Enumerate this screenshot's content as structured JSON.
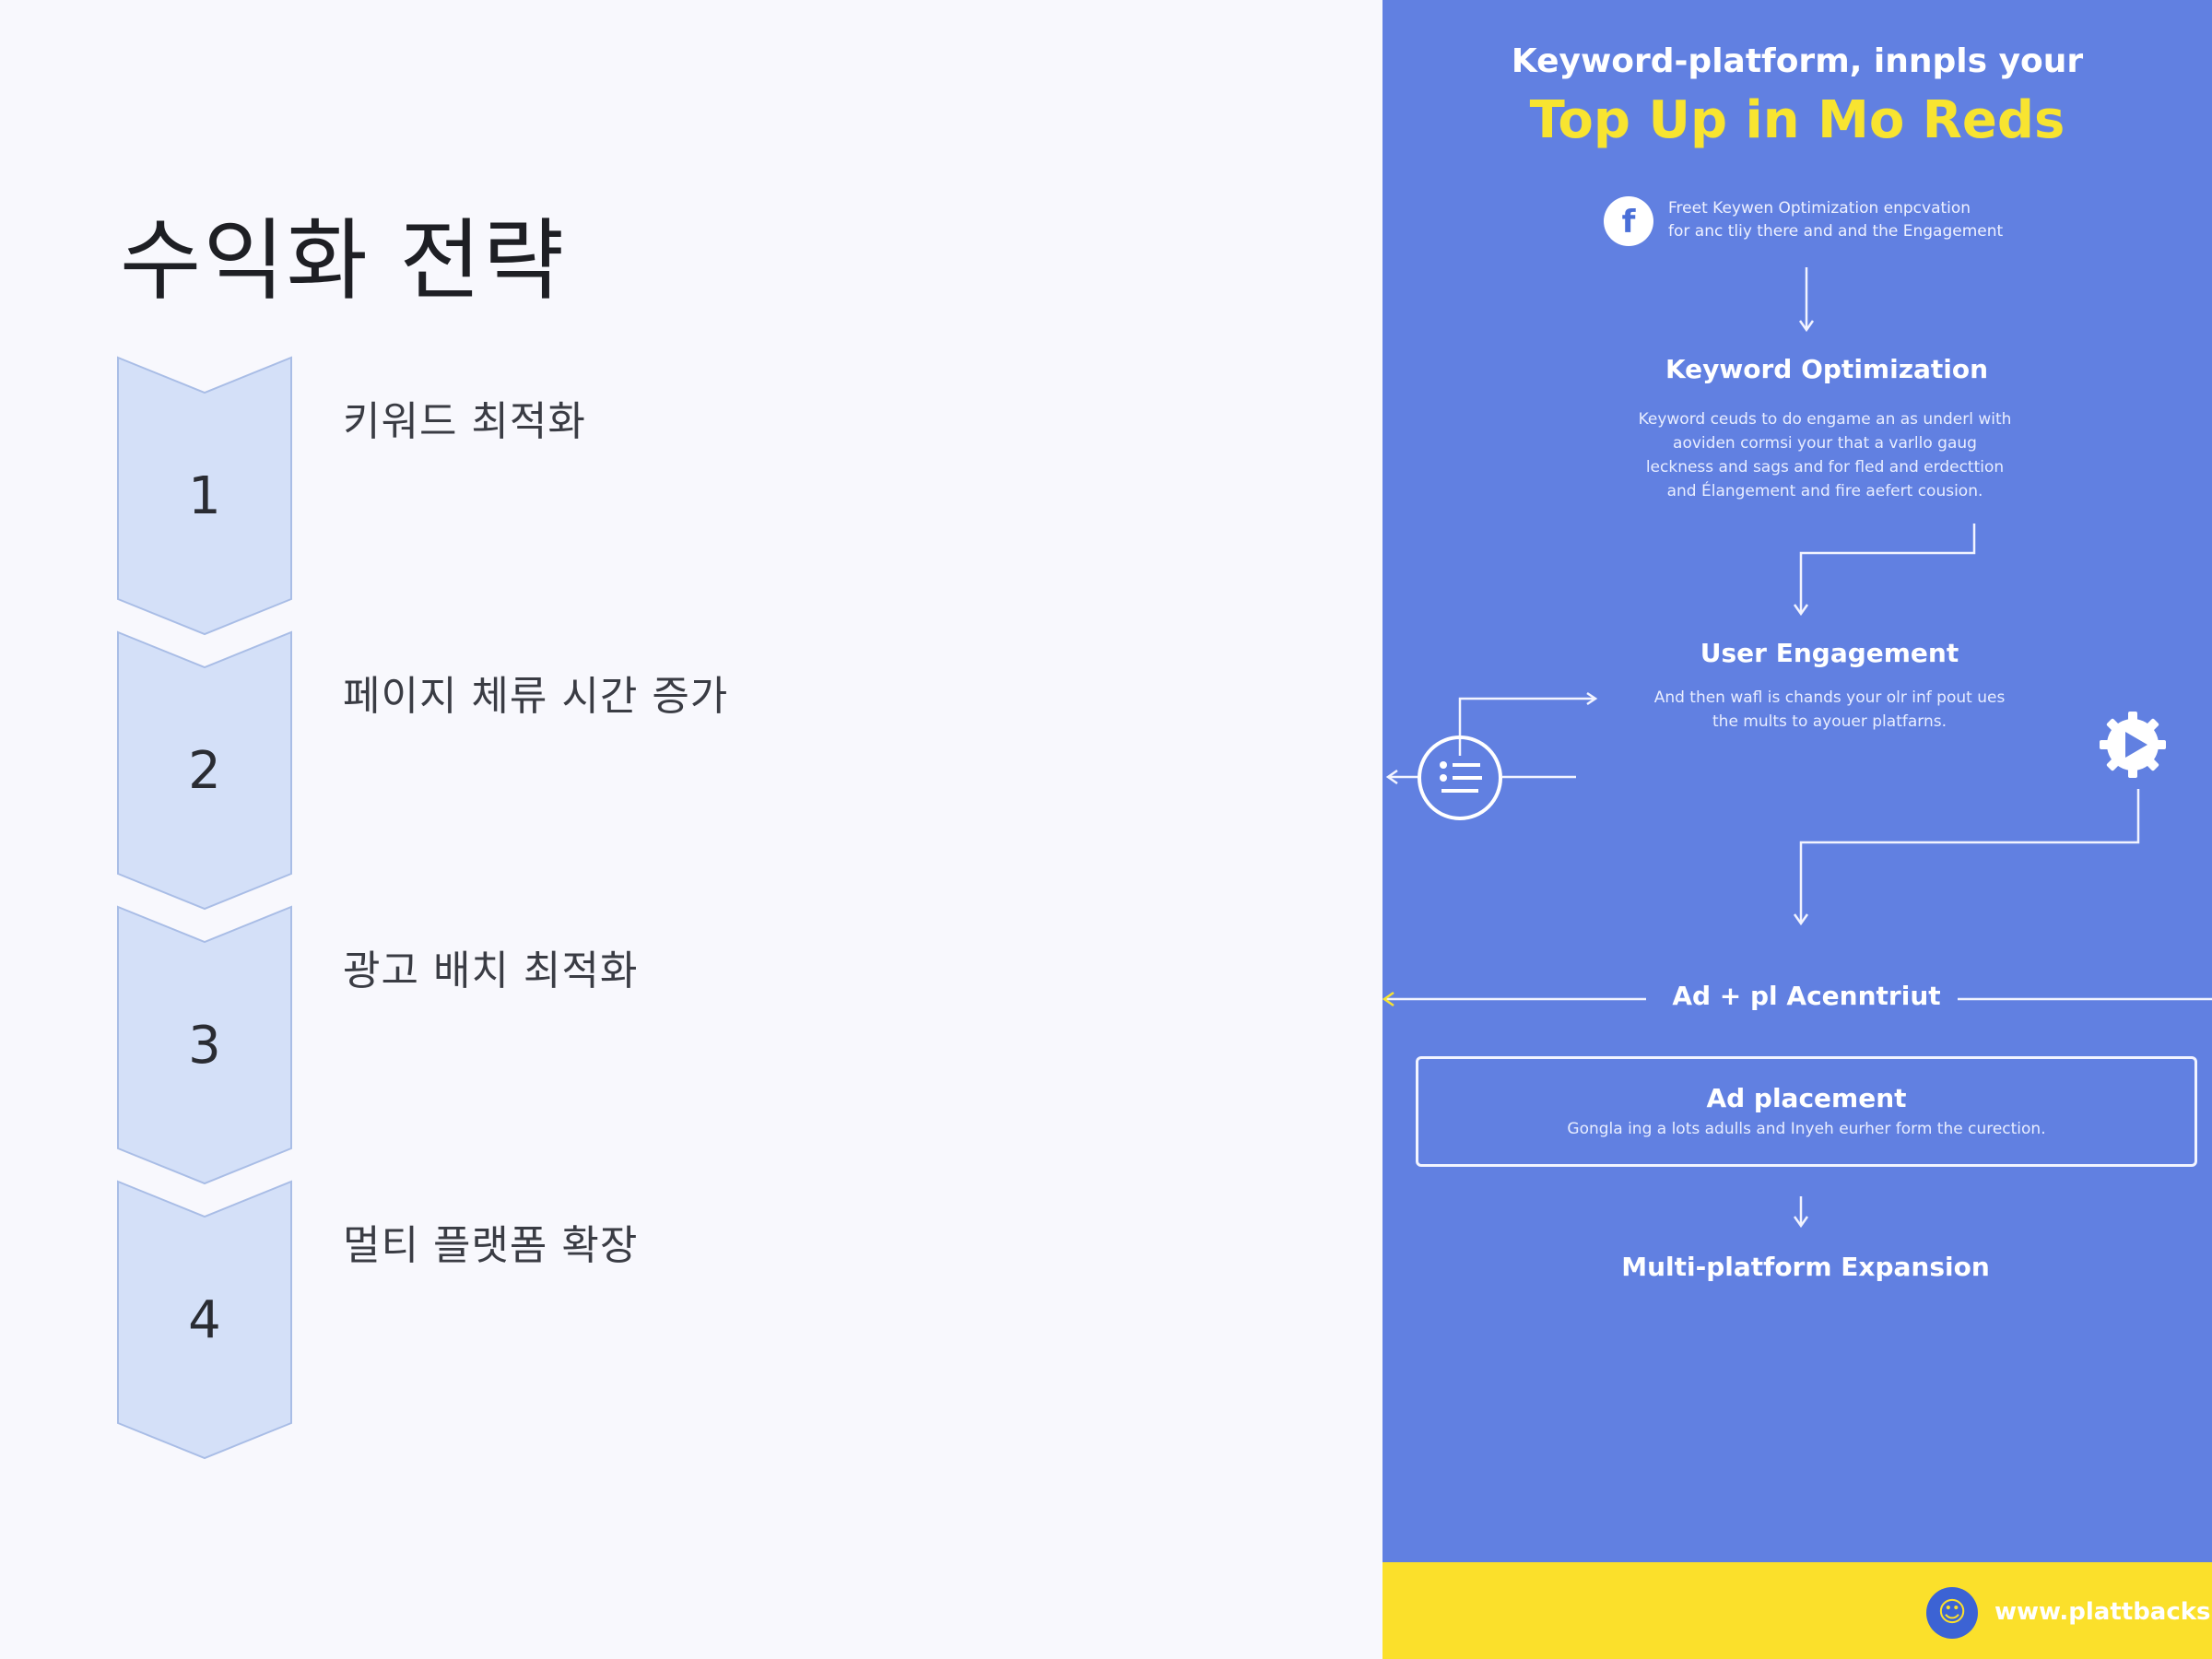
{
  "slide": {
    "title": "수익화 전략",
    "steps": [
      {
        "number": "1",
        "label": "키워드 최적화"
      },
      {
        "number": "2",
        "label": "페이지 체류 시간 증가"
      },
      {
        "number": "3",
        "label": "광고 배치 최적화"
      },
      {
        "number": "4",
        "label": "멀티 플랫폼 확장"
      }
    ]
  },
  "infographic": {
    "heading": "Keyword-platform, innpls your",
    "title": "Top Up in Mo Reds",
    "intro": {
      "icon": "facebook-icon",
      "line1": "Freet Keywen Optimization enpcvation",
      "line2": "for anc tliy there and and the Engagement"
    },
    "keyword": {
      "title": "Keyword Optimization",
      "lines": [
        "Keyword ceuds to do engame an as underl with",
        "aoviden cormsi your that a varllo gaug",
        "leckness and sags and for fled and erdecttion",
        "and Élangement and fire aefert cousion."
      ]
    },
    "engagement": {
      "title": "User Engagement",
      "line1": "And then wafl is chands your olr inf pout ues",
      "line2": "the mults to ayouer platfarns.",
      "left_icon": "list-icon",
      "right_icon": "play-gear-icon"
    },
    "ad_divider": "Ad + pl Acenntriut",
    "ad_placement": {
      "title": "Ad placement",
      "desc": "Gongla ing a lots adulls and Inyeh eurher form the curection."
    },
    "expansion": "Multi-platform Expansion",
    "footer": {
      "logo_icon": "logo-icon",
      "url": "www.plattbacksun"
    },
    "colors": {
      "panel_bg": "#6180e1",
      "accent_yellow": "#f8e430",
      "band_yellow": "#fbe02b",
      "chevron_fill": "#d4e0f8",
      "chevron_stroke": "#a9bde6"
    }
  }
}
